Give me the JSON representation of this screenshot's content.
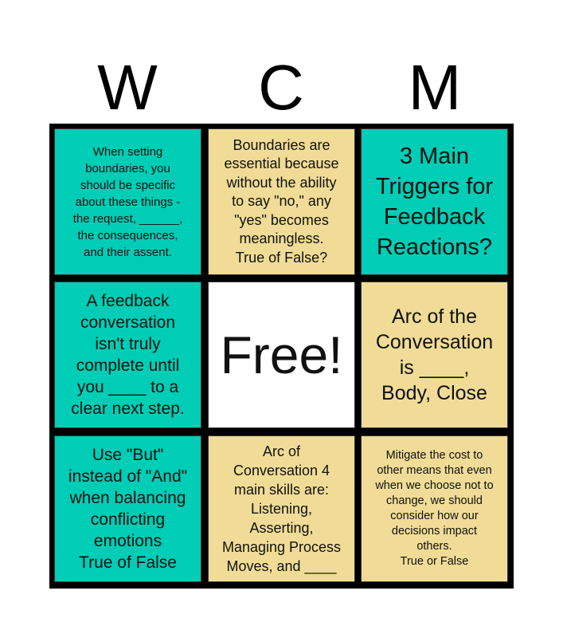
{
  "header": [
    "W",
    "C",
    "M"
  ],
  "colors": {
    "teal": "#00CDB5",
    "tan": "#F0DC96",
    "free": "#FFFFFF"
  },
  "cells": [
    "When setting\nboundaries, you\nshould be specific\nabout these things -\nthe request, ______,\nthe consequences,\nand their assent.",
    "Boundaries are\nessential because\nwithout the ability\nto say \"no,\" any\n\"yes\" becomes\nmeaningless.\nTrue of False?",
    "3 Main\nTriggers for\nFeedback\nReactions?",
    "A feedback\nconversation\nisn't truly\ncomplete until\nyou ____ to a\nclear next step.",
    "Free!",
    "Arc of the\nConversation\nis ____,\nBody, Close",
    "Use \"But\"\ninstead of \"And\"\nwhen balancing\nconflicting\nemotions\nTrue of False",
    "Arc of\nConversation 4\nmain skills are:\nListening,\nAsserting,\nManaging Process\nMoves, and ____",
    "Mitigate the cost to\nother means that even\nwhen we choose not to\nchange, we should\nconsider how our\ndecisions impact\nothers.\nTrue or False"
  ]
}
